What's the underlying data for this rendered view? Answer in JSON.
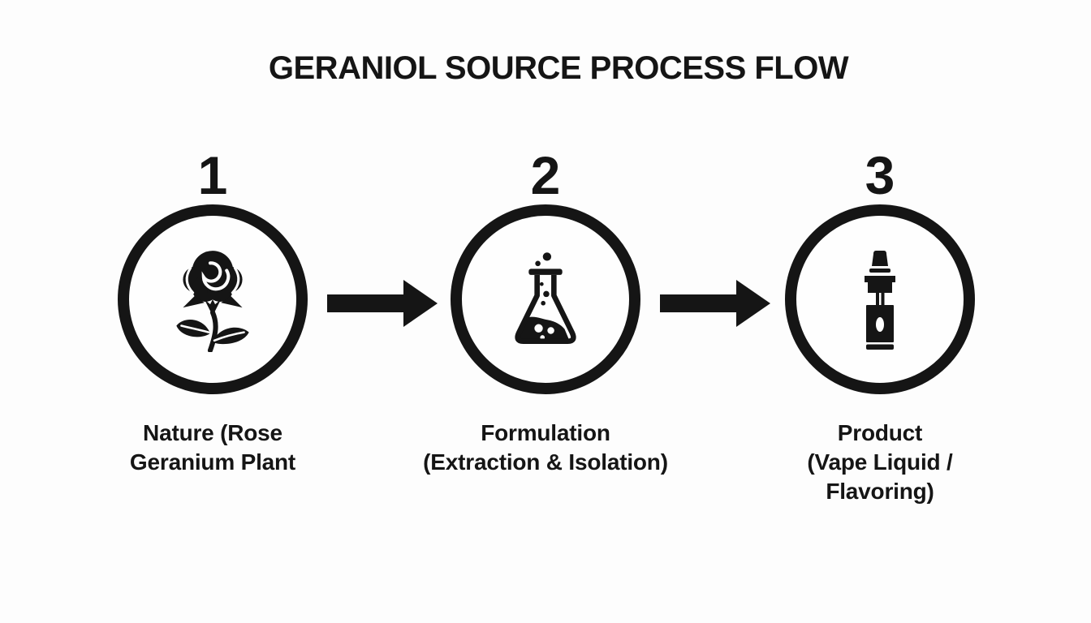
{
  "title": "GERANIOL SOURCE PROCESS FLOW",
  "colors": {
    "ink": "#151515",
    "background": "#fdfdfd"
  },
  "steps": [
    {
      "number": "1",
      "icon": "rose-icon",
      "label_lines": [
        "Nature (Rose",
        "Geranium Plant"
      ]
    },
    {
      "number": "2",
      "icon": "flask-icon",
      "label_lines": [
        "Formulation",
        "(Extraction & Isolation)"
      ]
    },
    {
      "number": "3",
      "icon": "vape-icon",
      "label_lines": [
        "Product",
        "(Vape Liquid /",
        "Flavoring)"
      ]
    }
  ],
  "arrows": [
    {
      "icon": "arrow-right-icon"
    },
    {
      "icon": "arrow-right-icon"
    }
  ]
}
